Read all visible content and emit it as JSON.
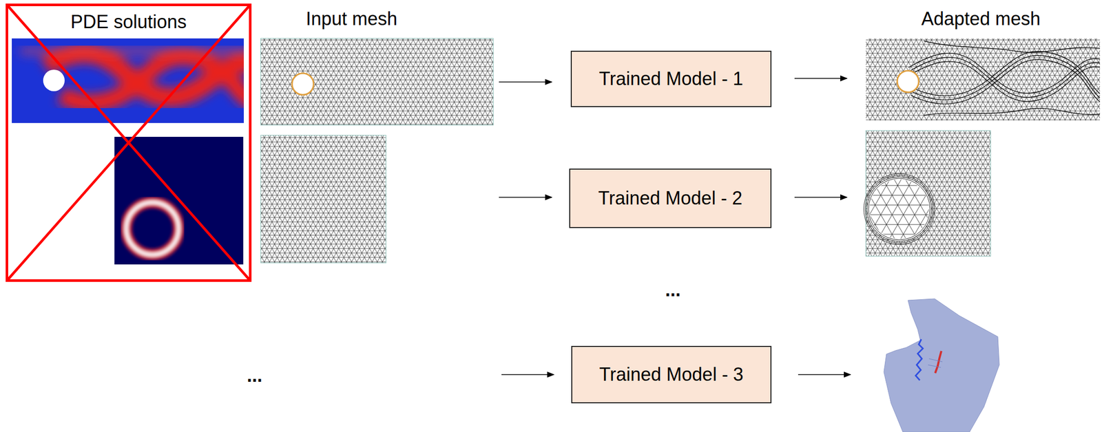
{
  "diagram": {
    "nodes": [
      {
        "text": [
          "PDE solutions"
        ]
      },
      {
        "text": [
          "Trained Model - 1"
        ]
      },
      {
        "text": [
          "Trained Model - 2"
        ]
      },
      {
        "text": [
          "Trained Model - 3"
        ]
      }
    ],
    "labels": [
      "Input mesh",
      "Adapted mesh",
      "...",
      "..."
    ]
  }
}
